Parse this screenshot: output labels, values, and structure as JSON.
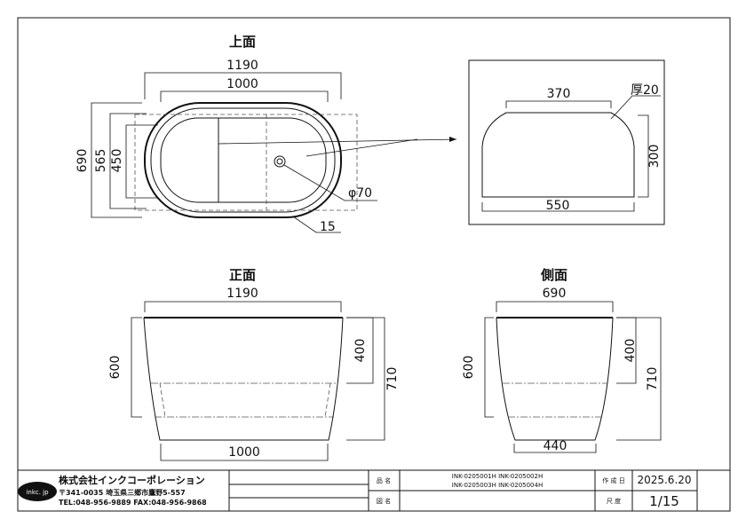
{
  "top_view": {
    "title": "上面",
    "dim_overall_width": "1190",
    "dim_inner_width": "1000",
    "dim_overall_depth": "690",
    "dim_depth_565": "565",
    "dim_depth_450": "450",
    "dim_drain": "φ70",
    "dim_rim": "15"
  },
  "detail_view": {
    "dim_top": "370",
    "dim_thickness": "厚20",
    "dim_height": "300",
    "dim_bottom": "550"
  },
  "front_view": {
    "title": "正面",
    "dim_top_width": "1190",
    "dim_bottom_width": "1000",
    "dim_depth": "600",
    "dim_water": "400",
    "dim_height": "710"
  },
  "side_view": {
    "title": "側面",
    "dim_top_width": "690",
    "dim_bottom_width": "440",
    "dim_depth": "600",
    "dim_water": "400",
    "dim_height": "710"
  },
  "title_block": {
    "logo": "inkc. jp",
    "company": "株式会社インクコーポレーション",
    "address": "〒341-0035 埼玉県三郷市鷹野5-557",
    "contact": "TEL:048-956-9889 FAX:048-956-9868",
    "product_label": "品 名",
    "product_line1": "INK-0205001H INK-0205002H",
    "product_line2": "INK-0205003H INK-0205004H",
    "drawing_label": "図 名",
    "date_label": "作 成 日",
    "date_value": "2025.6.20",
    "scale_label": "尺 度",
    "scale_value": "1/15"
  }
}
